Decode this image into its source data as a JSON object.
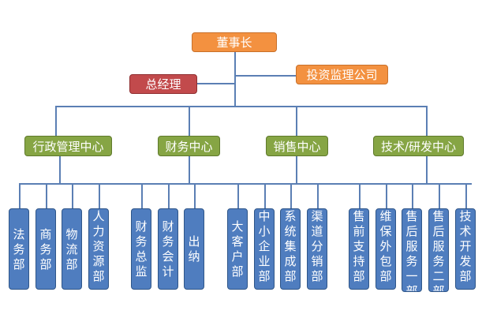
{
  "diagram": {
    "type": "org-chart",
    "root": {
      "label": "董事长",
      "color": "#f39140",
      "side_units": [
        {
          "label": "投资监理公司",
          "color": "#f39140"
        },
        {
          "label": "总经理",
          "color": "#c24a4c"
        }
      ],
      "centers": [
        {
          "label": "行政管理中心",
          "color": "#86a544",
          "departments": [
            "法务部",
            "商务部",
            "物流部",
            "人力资源部"
          ]
        },
        {
          "label": "财务中心",
          "color": "#86a544",
          "departments": [
            "财务总监",
            "财务会计",
            "出纳"
          ]
        },
        {
          "label": "销售中心",
          "color": "#86a544",
          "departments": [
            "大客户部",
            "中小企业部",
            "系统集成部",
            "渠道分销部"
          ]
        },
        {
          "label": "技术/研发中心",
          "color": "#86a544",
          "departments": [
            "售前支持部",
            "维保外包部",
            "售后服务一部",
            "售后服务二部",
            "技术开发部"
          ]
        }
      ]
    },
    "colors": {
      "connector": "#5b7fb4",
      "department": "#4f7dbf",
      "text": "#ffffff"
    }
  }
}
